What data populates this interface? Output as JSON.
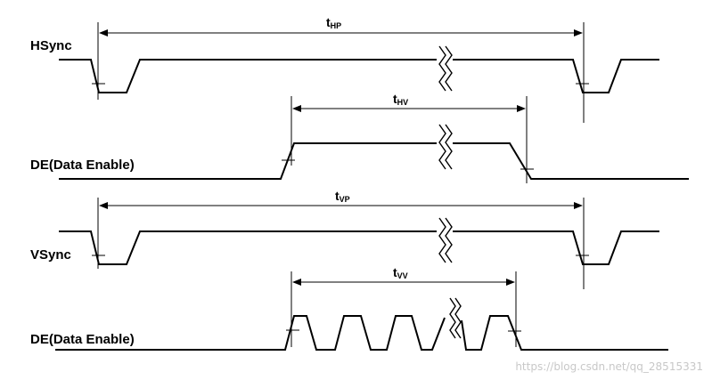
{
  "signals": [
    {
      "id": "hsync",
      "label": "HSync"
    },
    {
      "id": "de1",
      "label": "DE(Data Enable)"
    },
    {
      "id": "vsync",
      "label": "VSync"
    },
    {
      "id": "de2",
      "label": "DE(Data Enable)"
    }
  ],
  "timings": [
    {
      "id": "thp",
      "main": "t",
      "sub": "HP"
    },
    {
      "id": "thv",
      "main": "t",
      "sub": "HV"
    },
    {
      "id": "tvp",
      "main": "t",
      "sub": "VP"
    },
    {
      "id": "tvv",
      "main": "t",
      "sub": "VV"
    }
  ],
  "watermark": "https://blog.csdn.net/qq_28515331",
  "colors": {
    "ink": "#000000",
    "watermark": "#c8c8c8",
    "background": "#ffffff"
  }
}
